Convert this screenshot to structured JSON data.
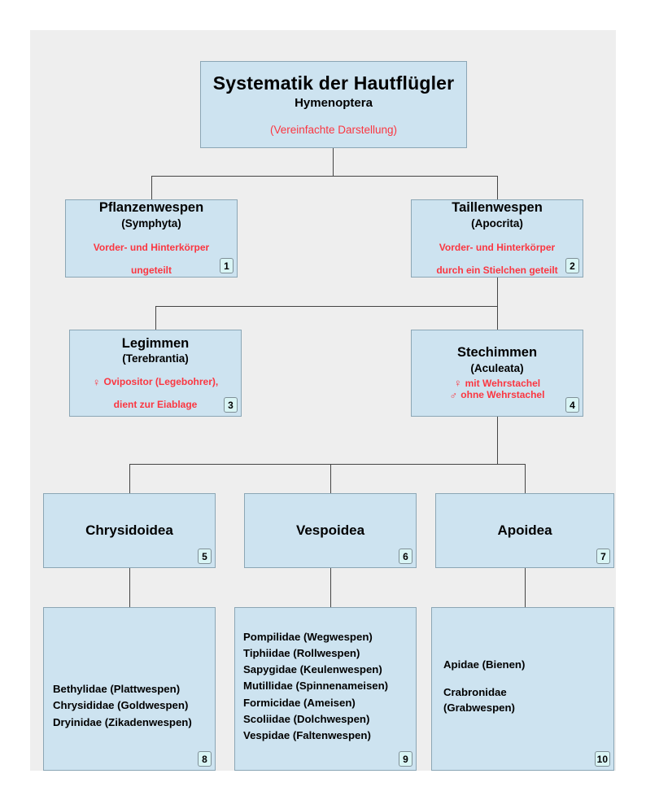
{
  "diagram": {
    "type": "taxonomy-tree",
    "colors": {
      "page_background": "#ffffff",
      "canvas_background": "#eeeeee",
      "node_fill": "#cde3f0",
      "node_border": "#8ba6b5",
      "note_text": "#fb3640",
      "badge_fill": "#d9f5f5",
      "connector": "#444444"
    },
    "root": {
      "title": "Systematik der Hautflügler",
      "scientific": "Hymenoptera",
      "note": "(Vereinfachte Darstellung)"
    },
    "nodes": [
      {
        "id": 1,
        "title": "Pflanzenwespen",
        "scientific": "(Symphyta)",
        "note_line1": "Vorder- und Hinterkörper",
        "note_line2": "ungeteilt",
        "badge": "1"
      },
      {
        "id": 2,
        "title": "Taillenwespen",
        "scientific": "(Apocrita)",
        "note_line1": "Vorder- und Hinterkörper",
        "note_line2": "durch ein Stielchen geteilt",
        "badge": "2"
      },
      {
        "id": 3,
        "title": "Legimmen",
        "scientific": "(Terebrantia)",
        "symbol": "♀",
        "note_line1": "Ovipositor (Legebohrer),",
        "note_line2": "dient zur Eiablage",
        "badge": "3"
      },
      {
        "id": 4,
        "title": "Stechimmen",
        "scientific": "(Aculeata)",
        "female_symbol": "♀",
        "female_note": "mit Wehrstachel",
        "male_symbol": "♂",
        "male_note": "ohne Wehrstachel",
        "badge": "4"
      },
      {
        "id": 5,
        "title": "Chrysidoidea",
        "badge": "5"
      },
      {
        "id": 6,
        "title": "Vespoidea",
        "badge": "6"
      },
      {
        "id": 7,
        "title": "Apoidea",
        "badge": "7"
      }
    ],
    "family_boxes": [
      {
        "id": 8,
        "badge": "8",
        "families": [
          "Bethylidae (Plattwespen)",
          "Chrysididae (Goldwespen)",
          "Dryinidae (Zikadenwespen)"
        ]
      },
      {
        "id": 9,
        "badge": "9",
        "families": [
          "Pompilidae (Wegwespen)",
          "Tiphiidae (Rollwespen)",
          "Sapygidae (Keulenwespen)",
          "Mutillidae (Spinnenameisen)",
          "Formicidae (Ameisen)",
          "Scoliidae (Dolchwespen)",
          "Vespidae (Faltenwespen)"
        ]
      },
      {
        "id": 10,
        "badge": "10",
        "families": [
          "Apidae (Bienen)",
          "Crabronidae",
          "(Grabwespen)"
        ]
      }
    ]
  }
}
